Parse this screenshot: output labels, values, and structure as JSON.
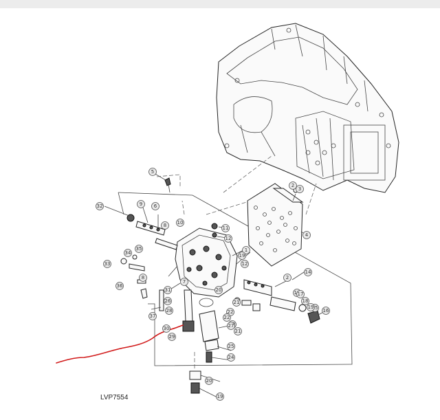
{
  "figure": {
    "code": "LVP7554",
    "callouts": [
      "5",
      "32",
      "9",
      "6",
      "8",
      "10",
      "11",
      "12",
      "35",
      "34",
      "33",
      "36",
      "8",
      "26",
      "37",
      "30",
      "31",
      "7",
      "28",
      "21",
      "22",
      "23",
      "27",
      "2",
      "3",
      "4",
      "1",
      "12",
      "2",
      "14",
      "13",
      "15",
      "16",
      "17",
      "18",
      "19",
      "20",
      "25",
      "24",
      "29",
      "21",
      "22",
      "19",
      "20",
      "19"
    ]
  },
  "annotation": {
    "color": "#d11a1a",
    "highlight": "#2e9e3a",
    "target_callout": "30"
  }
}
